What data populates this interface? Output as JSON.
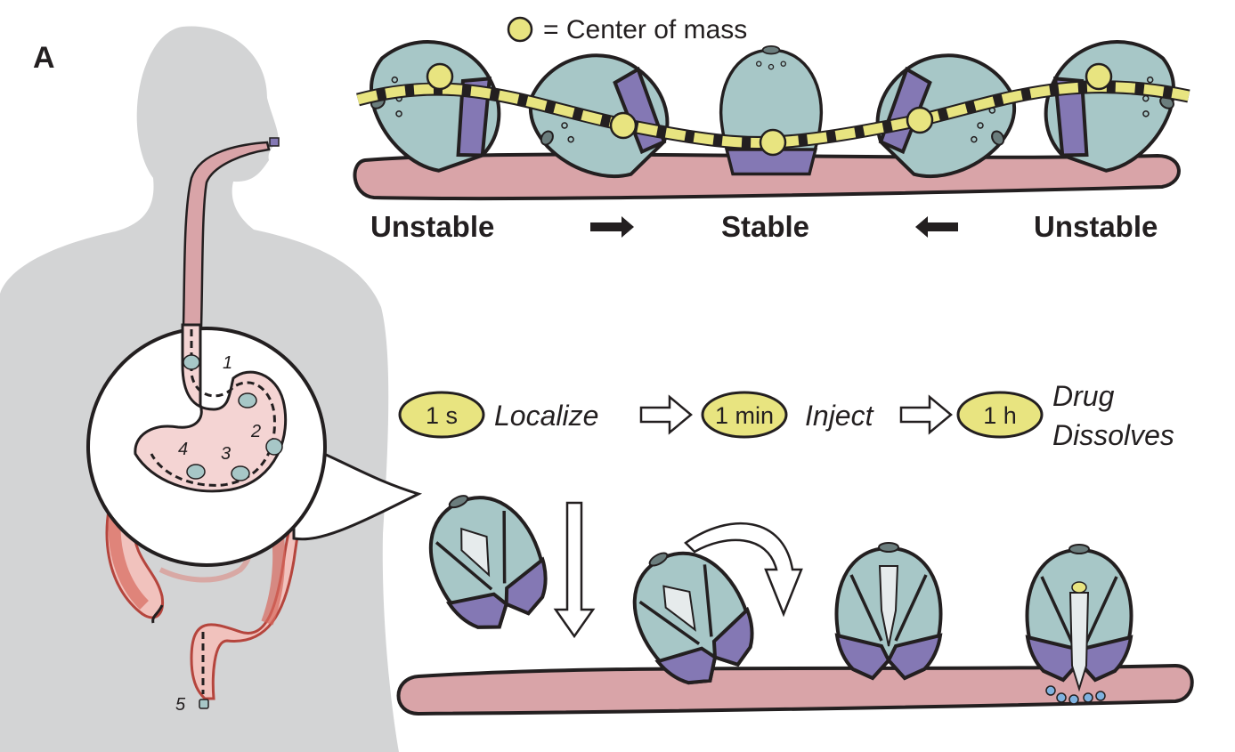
{
  "panel_label": "A",
  "legend": {
    "symbol": "yellow-circle-icon",
    "text": "= Center of mass"
  },
  "orientation_states": [
    "Unstable",
    "Stable",
    "Unstable"
  ],
  "timeline": [
    {
      "time": "1 s",
      "action": "Localize"
    },
    {
      "time": "1 min",
      "action": "Inject"
    },
    {
      "time": "1 h",
      "action_lines": [
        "Drug",
        "Dissolves"
      ]
    }
  ],
  "gi_sites": [
    "1",
    "2",
    "3",
    "4",
    "5"
  ],
  "colors": {
    "silhouette": "#d3d4d5",
    "tissue": "#d9a4a8",
    "capsule_shell": "#a7c7c7",
    "capsule_base": "#8478b4",
    "center_of_mass": "#e8e480",
    "outline": "#231f20"
  }
}
